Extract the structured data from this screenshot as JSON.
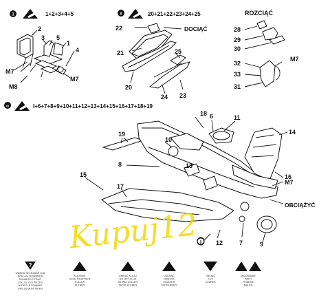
{
  "steps": [
    {
      "number": "1",
      "sequence": "1+2+3+4+5"
    },
    {
      "number": "II",
      "sequence": "20+21+22+23+24+25"
    },
    {
      "number": "III",
      "sequence": "I+6+7+8+9+10+11+12+13+14+15+16+17+18+19"
    }
  ],
  "instructions": {
    "cut": "DOCIĄĆ",
    "spread": "ROZCIĄĆ",
    "weight": "OBCIĄŻYĆ"
  },
  "callouts": {
    "step1": [
      "1",
      "2",
      "3",
      "4",
      "5",
      "M7",
      "M7",
      "M8"
    ],
    "step2": [
      "20",
      "21",
      "22",
      "23",
      "24",
      "25"
    ],
    "step2_right": [
      "28",
      "29",
      "30",
      "31",
      "32",
      "33",
      "M7"
    ],
    "step3": [
      "6",
      "7",
      "8",
      "9",
      "10",
      "11",
      "12",
      "13",
      "14",
      "15",
      "16",
      "17",
      "18",
      "19",
      "M7",
      "I"
    ]
  },
  "watermark": "Kupuj12",
  "legend": [
    {
      "icon": "question-mark-icon",
      "lines": [
        "UWAGA: SKLEJANIE LUB",
        "SCHLAG ZUSAMMEN",
        "DONNER LE TRAIT",
        "COLLEZ LES PIECES",
        "NOTEZ LE SOMMES",
        "DAS ZU MONTIEREN"
      ]
    },
    {
      "icon": "glue-tube-icon",
      "lines": [
        "KLEJENIE",
        "GLUE TOGETHER",
        "COLLER",
        "KLEBEN"
      ]
    },
    {
      "icon": "glue-tube-icon",
      "lines": [
        "UNIKAĆ KLEJU",
        "DO NOT GLUE",
        "NE PAS COLLER",
        "NICHT KLEBEN"
      ]
    },
    {
      "icon": "glue-tube-icon",
      "lines": [
        "USUNĄĆ",
        "REMOVE",
        "ENLEVER",
        "ENTFERNEN"
      ]
    },
    {
      "icon": "down-triangle-icon",
      "lines": [
        "OBCIĄĆ",
        "CUT",
        "COUPER"
      ]
    },
    {
      "icon": "paint-pair-icon",
      "lines": [
        "MALOWANIE",
        "PAINT",
        "PEINDRE",
        "MALEN"
      ]
    }
  ]
}
